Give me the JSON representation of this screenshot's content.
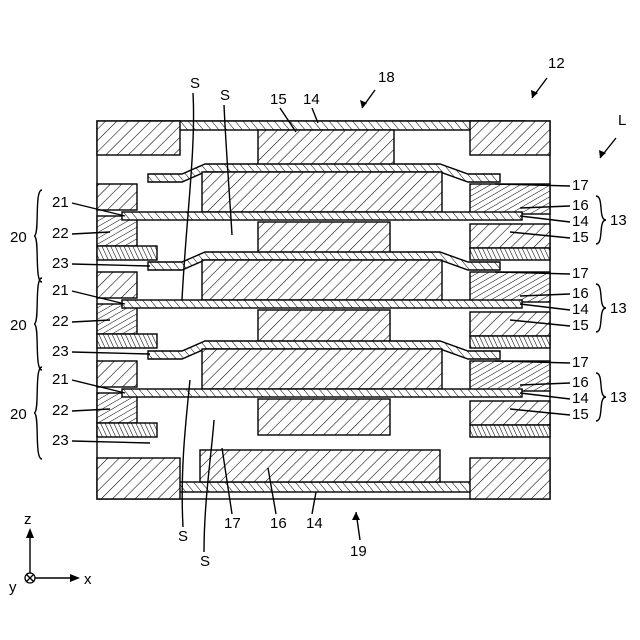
{
  "figure": {
    "ref_top": "18",
    "ref_bottom": "19",
    "ref_assembly": "12",
    "ref_stack": "L",
    "cells": [
      {
        "group": "20",
        "layers": [
          "21",
          "22",
          "23"
        ],
        "right_top": "17",
        "right_mid": [
          "16",
          "14",
          "15"
        ],
        "bracket": "13"
      },
      {
        "group": "20",
        "layers": [
          "21",
          "22",
          "23"
        ],
        "right_top": "17",
        "right_mid": [
          "16",
          "14",
          "15"
        ],
        "bracket": "13"
      },
      {
        "group": "20",
        "layers": [
          "21",
          "22",
          "23"
        ],
        "right_top": "17",
        "right_mid": [
          "16",
          "14",
          "15"
        ],
        "bracket": "13"
      }
    ],
    "top_labels": {
      "s1": "S",
      "s2": "S",
      "n15": "15",
      "n14": "14"
    },
    "bottom_labels": {
      "s1": "S",
      "s2": "S",
      "n17": "17",
      "n16": "16",
      "n14": "14"
    },
    "axes": {
      "z": "z",
      "y": "y",
      "x": "x"
    }
  }
}
